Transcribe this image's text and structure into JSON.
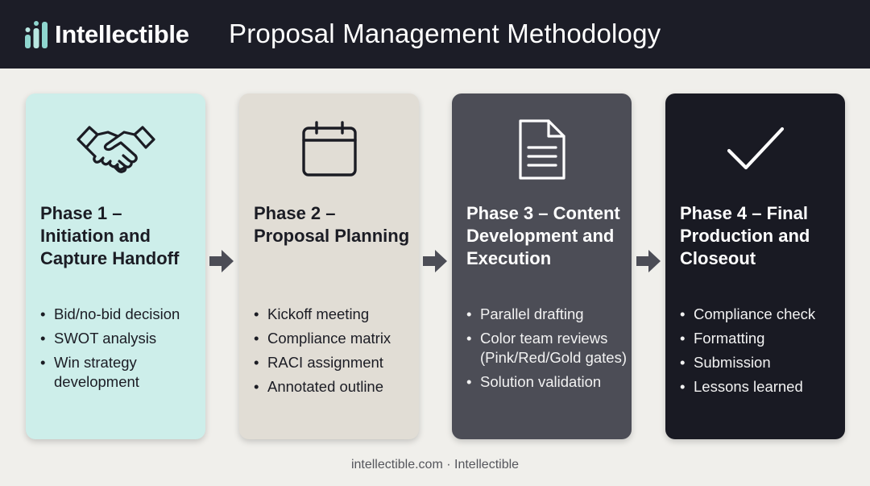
{
  "header": {
    "brand": "Intellectible",
    "title": "Proposal Management Methodology"
  },
  "phases": [
    {
      "title": "Phase 1 – Initiation and Capture Handoff",
      "icon": "handshake-icon",
      "items": [
        "Bid/no-bid decision",
        "SWOT analysis",
        "Win strategy development"
      ],
      "color": "#cdeeea"
    },
    {
      "title": "Phase 2 – Proposal Planning",
      "icon": "calendar-icon",
      "items": [
        "Kickoff meeting",
        "Compliance matrix",
        "RACI assignment",
        "Annotated outline"
      ],
      "color": "#e1ddd5"
    },
    {
      "title": "Phase 3 – Content Development and Execution",
      "icon": "document-icon",
      "items": [
        "Parallel drafting",
        "Color team reviews (Pink/Red/Gold gates)",
        "Solution validation"
      ],
      "color": "#4c4d56"
    },
    {
      "title": "Phase 4 – Final Production and Closeout",
      "icon": "checkmark-icon",
      "items": [
        "Compliance check",
        "Formatting",
        "Submission",
        "Lessons learned"
      ],
      "color": "#191a23"
    }
  ],
  "footer": "intellectible.com · Intellectible"
}
